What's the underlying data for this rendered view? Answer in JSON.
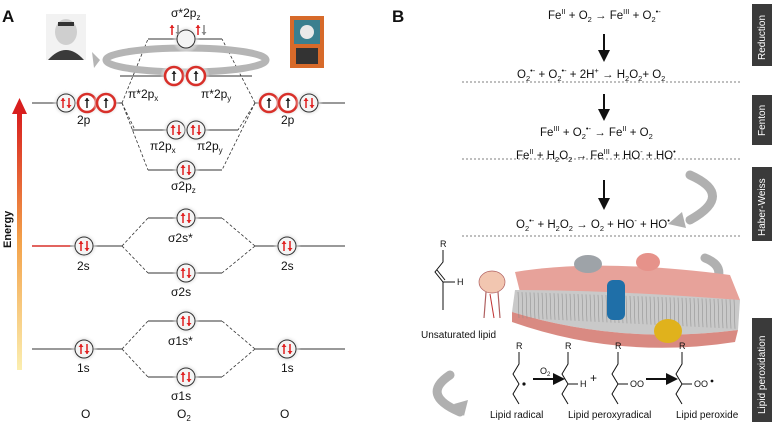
{
  "panel_a": {
    "label": "A",
    "energy_label": "Energy",
    "levels": {
      "sigma_star_2pz": "σ*2p",
      "sigma_star_2pz_sub": "z",
      "pi_star_2px": "π*2p",
      "pi_star_2px_sub": "x",
      "pi_star_2py": "π*2p",
      "pi_star_2py_sub": "y",
      "pi_2px": "π2p",
      "pi_2px_sub": "x",
      "pi_2py": "π2p",
      "pi_2py_sub": "y",
      "sigma_2pz": "σ2p",
      "sigma_2pz_sub": "z",
      "sigma_star_2s": "σ2s*",
      "sigma_2s": "σ2s",
      "sigma_star_1s": "σ1s*",
      "sigma_1s": "σ1s",
      "atomic_2p": "2p",
      "atomic_2s": "2s",
      "atomic_1s": "1s"
    },
    "columns": {
      "left": "O",
      "center": "O",
      "center_sub": "2",
      "right": "O"
    }
  },
  "panel_b": {
    "label": "B",
    "sections": {
      "reduction": "Reduction",
      "fenton": "Fenton",
      "haber_weiss": "Haber-Weiss",
      "lipid_peroxidation": "Lipid peroxidation"
    },
    "lipid_labels": {
      "unsaturated": "Unsaturated lipid",
      "radical": "Lipid radical",
      "peroxyradical": "Lipid peroxyradical",
      "peroxide": "Lipid peroxide",
      "o2": "O",
      "o2_sub": "2",
      "r": "R",
      "h": "H",
      "oo": "OO"
    }
  },
  "colors": {
    "electron_red": "#e02020",
    "orbital_outline": "#d8302a",
    "section_bar": "#3a3a3a",
    "arrow_gray": "#a8a8a8",
    "membrane_red": "#c0443a",
    "protein_blue": "#1f6fa8",
    "protein_yellow": "#e0b21c"
  }
}
